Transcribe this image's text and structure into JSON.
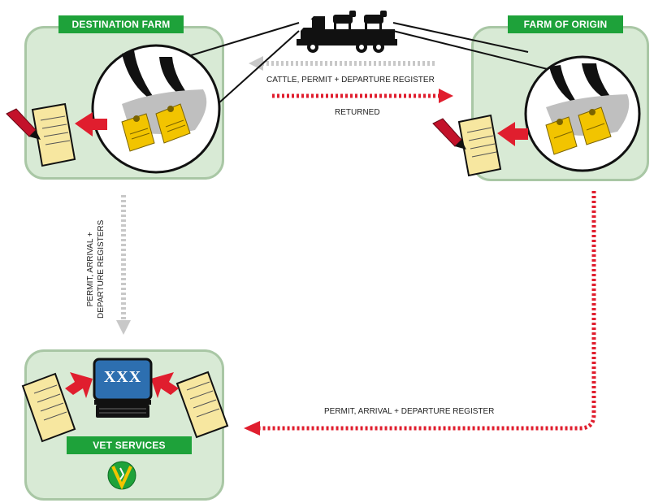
{
  "nodes": {
    "destination_farm": "DESTINATION FARM",
    "farm_of_origin": "FARM OF ORIGIN",
    "vet_services": "VET SERVICES"
  },
  "edges": {
    "truck_to_destination": "CATTLE, PERMIT + DEPARTURE REGISTER",
    "returned": "RETURNED",
    "destination_to_vet_line1": "PERMIT, ARRIVAL +",
    "destination_to_vet_line2": "DEPARTURE REGISTERS",
    "origin_to_vet": "PERMIT, ARRIVAL + DEPARTURE REGISTER"
  },
  "computer_screen": "XXX",
  "colors": {
    "box_fill": "#d8ead5",
    "tag_green": "#1ea23a",
    "arrow_red": "#e01e2e",
    "arrow_grey": "#c8c8c8",
    "ear_tag_yellow": "#f2c400"
  }
}
